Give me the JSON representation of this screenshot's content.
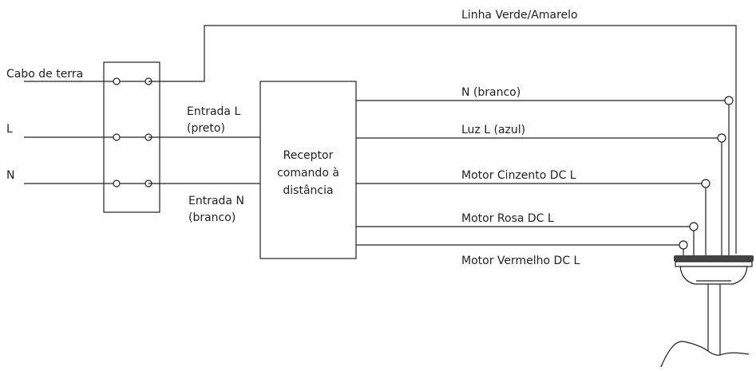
{
  "labels": {
    "earth_cable": "Cabo de terra",
    "line_in": "L",
    "neutral_in": "N",
    "input_l_1": "Entrada L",
    "input_l_2": "(preto)",
    "input_n_1": "Entrada N",
    "input_n_2": "(branco)",
    "receiver_1": "Receptor",
    "receiver_2": "comando à",
    "receiver_3": "distância",
    "green_yellow_line": "Linha Verde/Amarelo",
    "out_n": "N (branco)",
    "out_light": "Luz L (azul)",
    "out_motor_grey": "Motor Cinzento DC L",
    "out_motor_pink": "Motor Rosa DC L",
    "out_motor_red": "Motor Vermelho DC L"
  },
  "colors": {
    "line": "#222222",
    "background": "#ffffff"
  }
}
